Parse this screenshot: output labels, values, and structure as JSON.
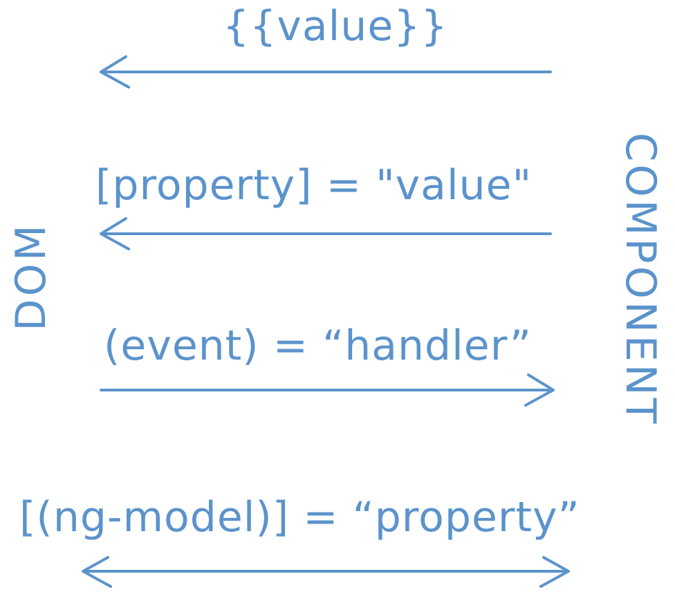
{
  "colors": {
    "ink": "#5b93cc"
  },
  "labels": {
    "interpolation": "{{value}}",
    "property_binding": "[property] = \"value\"",
    "event_binding": "(event) = “handler”",
    "two_way_binding": "[(ng-model)] = “property”",
    "dom": "DOM",
    "component": "COMPONENT"
  }
}
